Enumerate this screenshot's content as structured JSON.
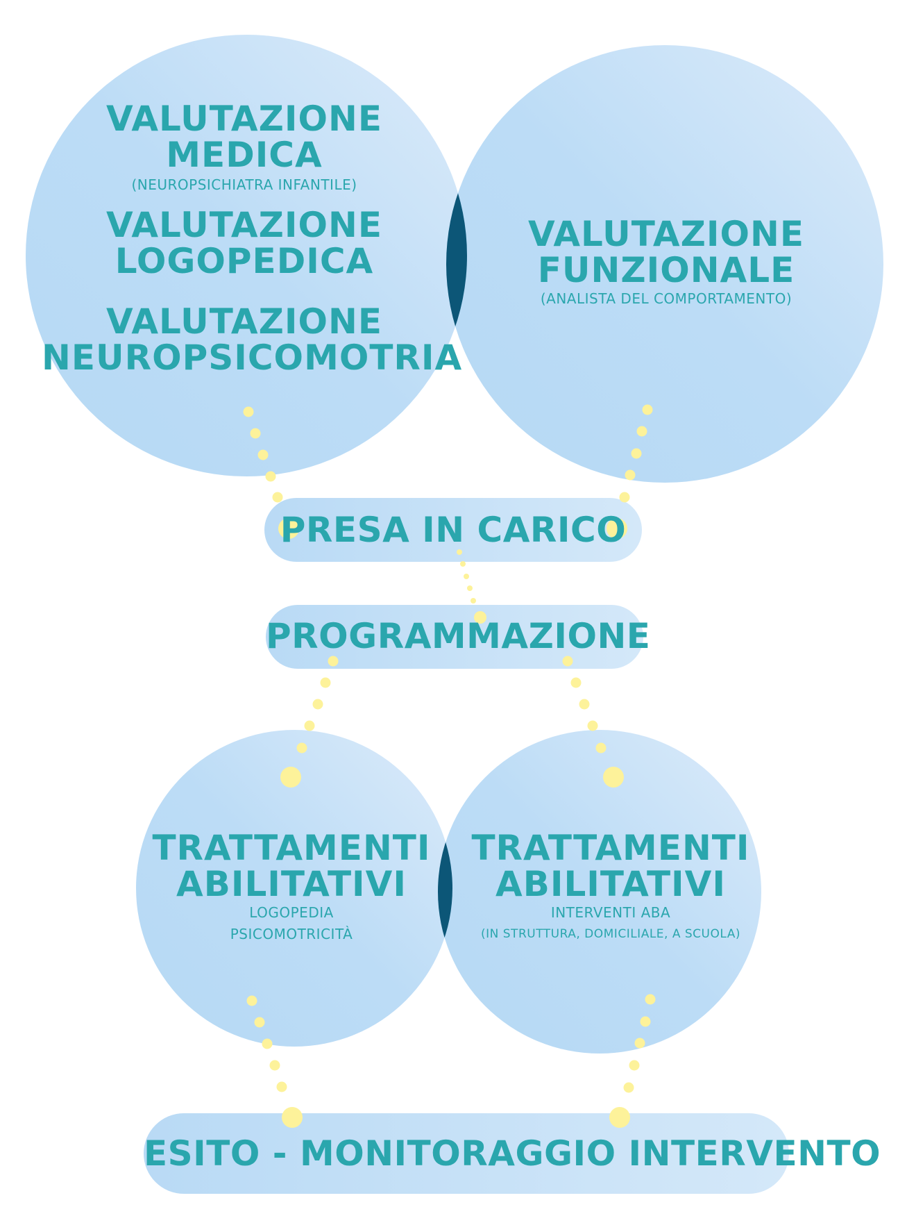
{
  "colors": {
    "circle_light": "#d6e8f8",
    "circle_dark": "#b8dbf5",
    "overlap": "#0c5677",
    "text": "#2aa6ad",
    "dots": "#fdf29a"
  },
  "evaluations_left": {
    "medica_title": "VALUTAZIONE\nMEDICA",
    "medica_note": "(NEUROPSICHIATRA INFANTILE)",
    "logopedica_title": "VALUTAZIONE\nLOGOPEDICA",
    "neuro_title": "VALUTAZIONE\nNEUROPSICOMOTRIA"
  },
  "evaluation_right": {
    "title": "VALUTAZIONE\nFUNZIONALE",
    "note": "(ANALISTA DEL COMPORTAMENTO)"
  },
  "presa_in_carico": "PRESA IN CARICO",
  "programmazione": "PROGRAMMAZIONE",
  "treatment_left": {
    "title": "TRATTAMENTI\nABILITATIVI",
    "line1": "LOGOPEDIA",
    "line2": "PSICOMOTRICITÀ"
  },
  "treatment_right": {
    "title": "TRATTAMENTI\nABILITATIVI",
    "line1": "INTERVENTI ABA",
    "line2": "(IN STRUTTURA, DOMICILIALE, A SCUOLA)"
  },
  "esito": "ESITO - MONITORAGGIO INTERVENTO"
}
